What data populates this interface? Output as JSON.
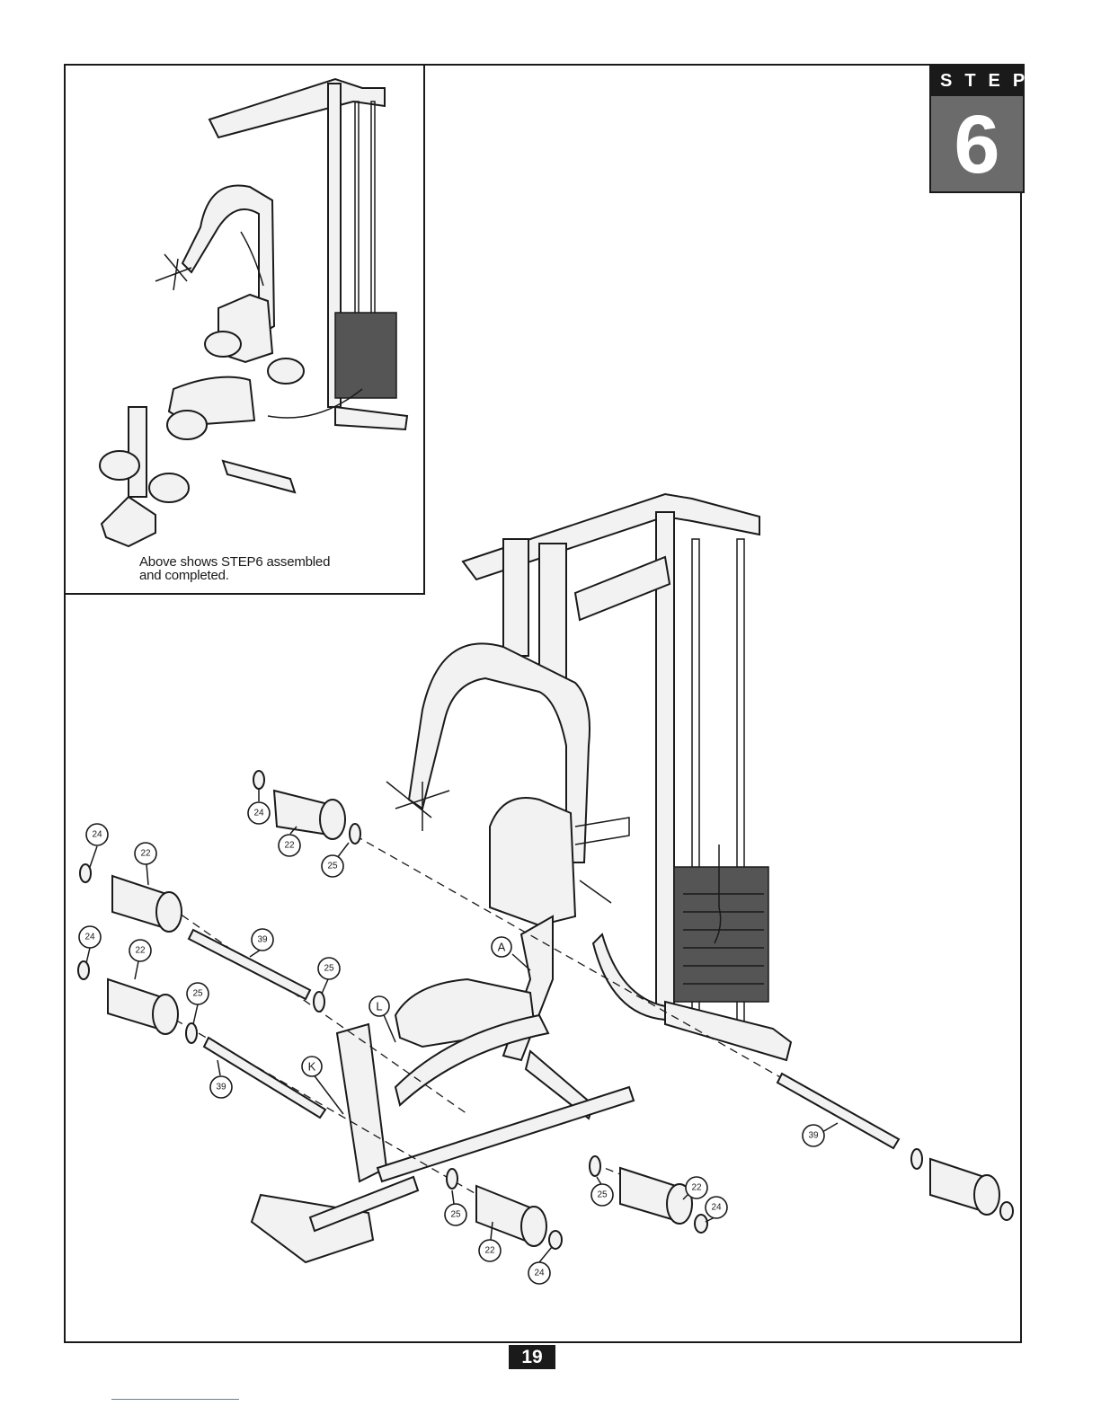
{
  "step": {
    "word": "STEP",
    "number": "6"
  },
  "inset": {
    "caption_line1": "Above shows STEP6 assembled",
    "caption_line2": "and completed."
  },
  "page_number": "19",
  "callouts": {
    "c24a": "24",
    "c22a": "22",
    "c25a": "25",
    "c24b": "24",
    "c22b": "22",
    "c39a": "39",
    "c25b": "25",
    "c24c": "24",
    "c22c": "22",
    "c25c": "25",
    "c39b": "39",
    "c25d": "25",
    "c22d": "22",
    "c24d": "24",
    "c25e": "25",
    "c22e": "22",
    "c24e": "24",
    "c39c": "39",
    "A": "A",
    "L": "L",
    "K": "K"
  }
}
